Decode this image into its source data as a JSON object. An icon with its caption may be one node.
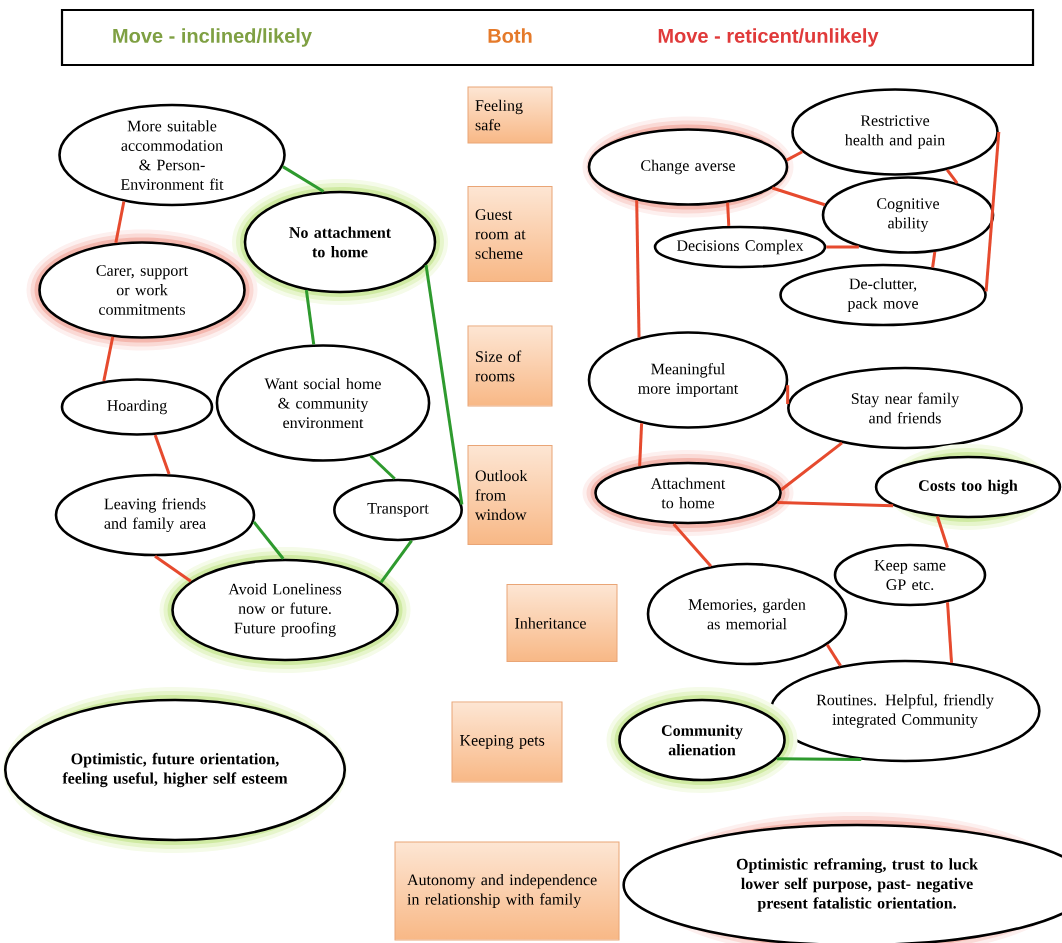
{
  "diagram": {
    "nodes": [
      {
        "text": [
          "Move - inclined/likely",
          "Both",
          "Move - reticent/unlikely"
        ]
      },
      {
        "text": [
          "More suitable accommodation & Person-Environment fit"
        ]
      },
      {
        "text": [
          "No attachment to home"
        ]
      },
      {
        "text": [
          "Carer, support or work commitments"
        ]
      },
      {
        "text": [
          "Want social home & community environment"
        ]
      },
      {
        "text": [
          "Hoarding"
        ]
      },
      {
        "text": [
          "Leaving friends and family area"
        ]
      },
      {
        "text": [
          "Transport"
        ]
      },
      {
        "text": [
          "Avoid Loneliness now or future. Future proofing"
        ]
      },
      {
        "text": [
          "Optimistic, future orientation, feeling useful, higher self esteem"
        ]
      },
      {
        "text": [
          "Feeling safe"
        ]
      },
      {
        "text": [
          "Guest room at scheme"
        ]
      },
      {
        "text": [
          "Size of rooms"
        ]
      },
      {
        "text": [
          "Outlook from window"
        ]
      },
      {
        "text": [
          "Inheritance"
        ]
      },
      {
        "text": [
          "Keeping pets"
        ]
      },
      {
        "text": [
          "Autonomy and independence in relationship with family"
        ]
      },
      {
        "text": [
          "Change averse"
        ]
      },
      {
        "text": [
          "Restrictive health and pain"
        ]
      },
      {
        "text": [
          "Cognitive ability"
        ]
      },
      {
        "text": [
          "Decisions Complex"
        ]
      },
      {
        "text": [
          "De-clutter, pack move"
        ]
      },
      {
        "text": [
          "Meaningful more important"
        ]
      },
      {
        "text": [
          "Stay near family and friends"
        ]
      },
      {
        "text": [
          "Attachment to home"
        ]
      },
      {
        "text": [
          "Costs too high"
        ]
      },
      {
        "text": [
          "Keep same GP etc."
        ]
      },
      {
        "text": [
          "Memories, garden as memorial"
        ]
      },
      {
        "text": [
          "Routines. Helpful, friendly integrated Community"
        ]
      },
      {
        "text": [
          "Community alienation"
        ]
      },
      {
        "text": [
          "Optimistic reframing, trust to luck lower self purpose, past- negative present fatalistic orientation."
        ]
      }
    ],
    "edges": [
      {
        "from": 1,
        "to": 2,
        "arrow": "none",
        "color": "#2e9a2e"
      },
      {
        "from": 2,
        "to": 4,
        "arrow": "none",
        "color": "#2e9a2e"
      },
      {
        "from": 2,
        "to": 7,
        "arrow": "none",
        "color": "#2e9a2e"
      },
      {
        "from": 4,
        "to": 7,
        "arrow": "none",
        "color": "#2e9a2e"
      },
      {
        "from": 6,
        "to": 8,
        "arrow": "none",
        "color": "#2e9a2e"
      },
      {
        "from": 7,
        "to": 8,
        "arrow": "none",
        "color": "#2e9a2e"
      },
      {
        "from": 29,
        "to": 28,
        "arrow": "none",
        "color": "#2e9a2e"
      },
      {
        "from": 1,
        "to": 3,
        "arrow": "none"
      },
      {
        "from": 3,
        "to": 5,
        "arrow": "none"
      },
      {
        "from": 5,
        "to": 6,
        "arrow": "none"
      },
      {
        "from": 6,
        "to": 8,
        "arrow": "none"
      },
      {
        "from": 17,
        "to": 18,
        "arrow": "none"
      },
      {
        "from": 17,
        "to": 19,
        "arrow": "none"
      },
      {
        "from": 17,
        "to": 20,
        "arrow": "none"
      },
      {
        "from": 20,
        "to": 19,
        "arrow": "none"
      },
      {
        "from": 18,
        "to": 19,
        "arrow": "none"
      },
      {
        "from": 19,
        "to": 21,
        "arrow": "none"
      },
      {
        "from": 18,
        "to": 21,
        "arrow": "none"
      },
      {
        "from": 17,
        "to": 22,
        "arrow": "none"
      },
      {
        "from": 22,
        "to": 23,
        "arrow": "none"
      },
      {
        "from": 22,
        "to": 24,
        "arrow": "none"
      },
      {
        "from": 23,
        "to": 24,
        "arrow": "none"
      },
      {
        "from": 24,
        "to": 25,
        "arrow": "none"
      },
      {
        "from": 24,
        "to": 27,
        "arrow": "none"
      },
      {
        "from": 25,
        "to": 26,
        "arrow": "none"
      },
      {
        "from": 26,
        "to": 28,
        "arrow": "none"
      },
      {
        "from": 27,
        "to": 28,
        "arrow": "none"
      }
    ]
  }
}
